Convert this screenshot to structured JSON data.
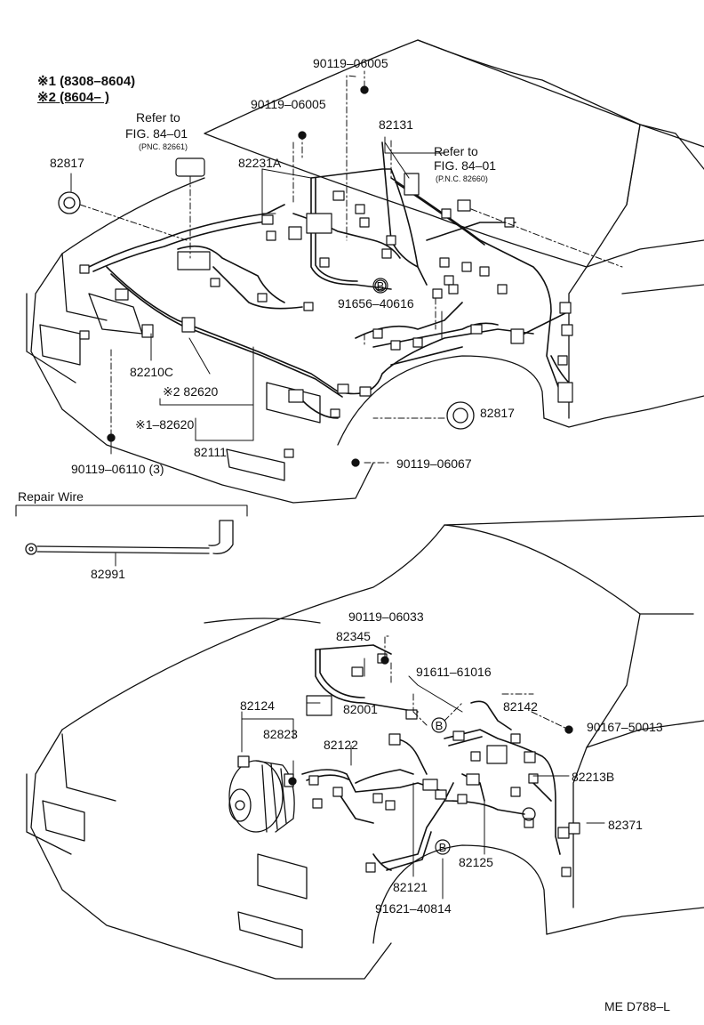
{
  "legend": {
    "row1": {
      "mark": "※1",
      "range": "(8308–8604)"
    },
    "row2": {
      "mark": "※2",
      "range": "(8604–       )"
    }
  },
  "top_view": {
    "refer_left": {
      "line1": "Refer to",
      "line2": "FIG. 84–01",
      "pnc": "(PNC. 82661)"
    },
    "refer_right": {
      "line1": "Refer to",
      "line2": "FIG. 84–01",
      "pnc": "(P.N.C. 82660)"
    },
    "parts": {
      "p90119_06005_a": "90119–06005",
      "p90119_06005_b": "90119–06005",
      "p82131": "82131",
      "p82817_left": "82817",
      "p82231A": "82231A",
      "p91656_40616": "91656–40616",
      "p82210C": "82210C",
      "p82620_2": "※2  82620",
      "p82620_1": "※1–82620",
      "p82111": "82111",
      "p90119_06110": "90119–06110 (3)",
      "p82817_right": "82817",
      "p90119_06067": "90119–06067",
      "marker_b": "B"
    }
  },
  "repair_wire": {
    "title": "Repair Wire",
    "part": "82991"
  },
  "bottom_view": {
    "parts": {
      "p90119_06033": "90119–06033",
      "p82345": "82345",
      "p91611_61016": "91611–61016",
      "p82001": "82001",
      "p82142": "82142",
      "p82124": "82124",
      "p90167_50013": "90167–50013",
      "p82823": "82823",
      "p82122": "82122",
      "p82213B": "82213B",
      "p82371": "82371",
      "p82125": "82125",
      "p82121": "82121",
      "p91621_40814": "91621–40814",
      "marker_b1": "B",
      "marker_b2": "B"
    }
  },
  "footer_code": "ME D788–L"
}
